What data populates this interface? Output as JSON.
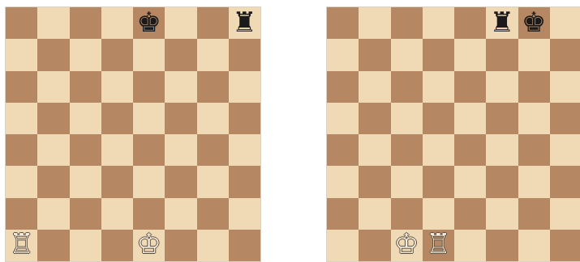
{
  "colors": {
    "light_square": "#f0d9b5",
    "dark_square": "#b58863"
  },
  "boards": [
    {
      "pieces": [
        {
          "square": "e8",
          "color": "black",
          "piece": "king",
          "glyph": "♚"
        },
        {
          "square": "h8",
          "color": "black",
          "piece": "rook",
          "glyph": "♜"
        },
        {
          "square": "a1",
          "color": "white",
          "piece": "rook",
          "glyph": "♖"
        },
        {
          "square": "e1",
          "color": "white",
          "piece": "king",
          "glyph": "♔"
        }
      ]
    },
    {
      "pieces": [
        {
          "square": "f8",
          "color": "black",
          "piece": "rook",
          "glyph": "♜"
        },
        {
          "square": "g8",
          "color": "black",
          "piece": "king",
          "glyph": "♚"
        },
        {
          "square": "c1",
          "color": "white",
          "piece": "king",
          "glyph": "♔"
        },
        {
          "square": "d1",
          "color": "white",
          "piece": "rook",
          "glyph": "♖"
        }
      ]
    }
  ]
}
